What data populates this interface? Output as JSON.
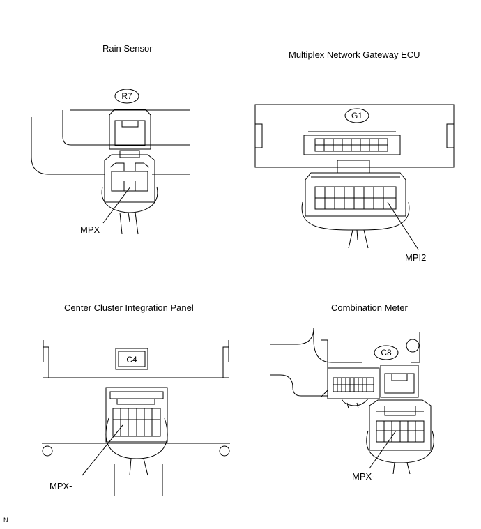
{
  "panels": {
    "rain_sensor": {
      "title": "Rain Sensor",
      "connector_code": "R7",
      "terminal_label": "MPX"
    },
    "gateway_ecu": {
      "title": "Multiplex Network Gateway ECU",
      "connector_code": "G1",
      "terminal_label": "MPI2"
    },
    "center_cluster": {
      "title": "Center Cluster Integration Panel",
      "connector_code": "C4",
      "terminal_label": "MPX-"
    },
    "combination_meter": {
      "title": "Combination Meter",
      "connector_code": "C8",
      "terminal_label": "MPX-"
    }
  },
  "corner_mark": "N"
}
